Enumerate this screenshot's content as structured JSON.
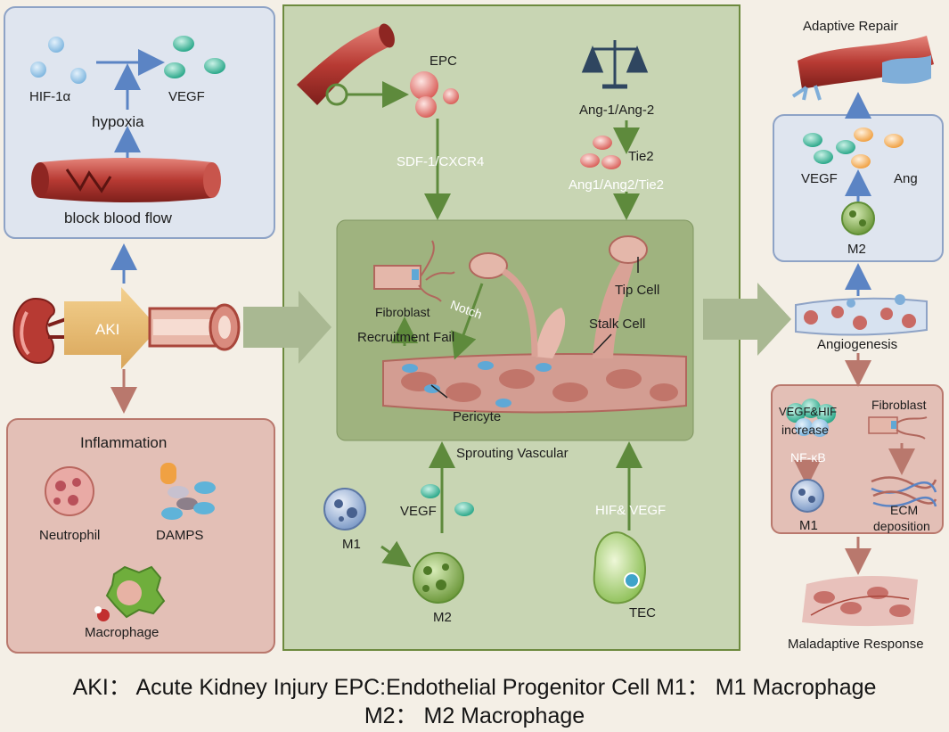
{
  "left_top": {
    "hif": "HIF-1α",
    "vegf": "VEGF",
    "hypoxia": "hypoxia",
    "block": "block blood flow"
  },
  "left_mid": {
    "aki": "AKI"
  },
  "inflammation": {
    "title": "Inflammation",
    "neutrophil": "Neutrophil",
    "damps": "DAMPS",
    "macrophage": "Macrophage"
  },
  "center": {
    "epc": "EPC",
    "sdf": "SDF-1/CXCR4",
    "ang12": "Ang-1/Ang-2",
    "tie2": "Tie2",
    "ang_tie2": "Ang1/Ang2/Tie2",
    "fibroblast": "Fibroblast",
    "notch": "Notch",
    "recruitment": "Recruitment Fail",
    "tip": "Tip Cell",
    "stalk": "Stalk Cell",
    "pericyte": "Pericyte",
    "sprouting": "Sprouting Vascular",
    "vegf": "VEGF",
    "m1": "M1",
    "m2": "M2",
    "hif_vegf": "HIF& VEGF",
    "tec": "TEC"
  },
  "right": {
    "adaptive": "Adaptive Repair",
    "vegf": "VEGF",
    "ang": "Ang",
    "m2": "M2",
    "angiogenesis": "Angiogenesis",
    "vegf_hif": "VEGF&HIF",
    "increase": "increase",
    "fibroblast": "Fibroblast",
    "nfkb": "NF-κB",
    "m1": "M1",
    "ecm1": "ECM",
    "ecm2": "deposition",
    "maladaptive": "Maladaptive Response"
  },
  "footer": {
    "line1": "AKI： Acute Kidney Injury  EPC:Endothelial Progenitor Cell  M1： M1 Macrophage",
    "line2": "M2： M2 Macrophage"
  },
  "colors": {
    "background": "#f4efe6",
    "blue_panel": "#dfe5ef",
    "red_panel": "#e3bfb6",
    "green_panel": "#c8d5b3",
    "green_inner": "#9fb37f",
    "green_arrow": "#5e8a3c",
    "blue_arrow": "#5b84c4",
    "red_arrow": "#b9786d",
    "aki_arrow": "#e4ba72",
    "vessel": "#b33b33"
  }
}
